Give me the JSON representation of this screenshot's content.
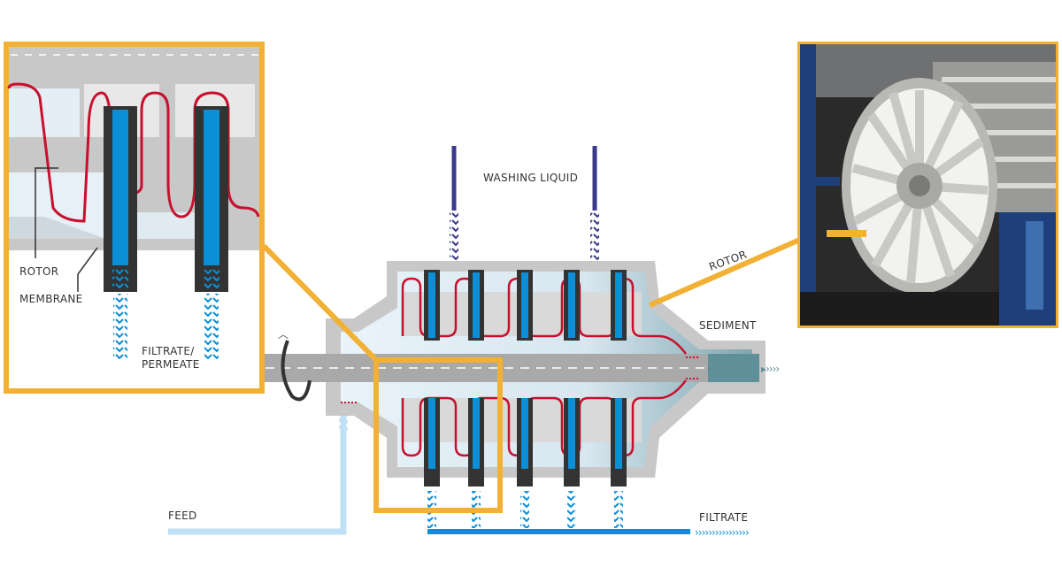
{
  "labels": {
    "washing_liquid": "WASHING LIQUID",
    "rotor_photo": "ROTOR",
    "sediment": "SEDIMENT",
    "feed": "FEED",
    "filtrate": "FILTRATE",
    "rotor_detail": "ROTOR",
    "membrane_detail": "MEMBRANE",
    "filtrate_permeate_line1": "FILTRATE/",
    "filtrate_permeate_line2": "PERMEATE"
  },
  "colors": {
    "frame_orange": "#f2b134",
    "housing_grey": "#c8c8c8",
    "rotor_red": "#c8102e",
    "membrane_blue": "#0c8fd6",
    "membrane_dark": "#333333",
    "washing_navy": "#3a3a8c",
    "feed_light_blue": "#bfe0f5",
    "sediment_teal": "#5f8f99"
  }
}
